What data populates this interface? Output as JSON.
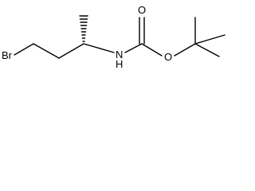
{
  "atoms": {
    "br": "Br",
    "n": "N",
    "h": "H",
    "o_carbonyl": "O",
    "o_ester": "O"
  },
  "bonds": {
    "chiral_stereo": "hashed-wedge",
    "carbonyl": "double"
  },
  "colors": {
    "line": "#000000",
    "background": "#ffffff"
  }
}
